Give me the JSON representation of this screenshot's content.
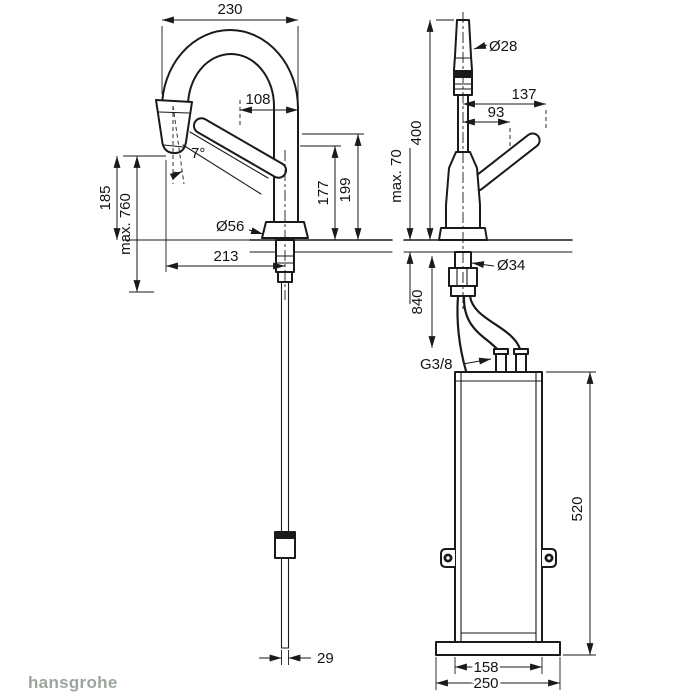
{
  "meta": {
    "background_color": "#ffffff",
    "line_color": "#1a1a1a",
    "logo_color": "#9aa69e"
  },
  "brand": {
    "logo_text": "hansgrohe"
  },
  "side_view": {
    "dims": {
      "spout_width_top": "230",
      "spout_offset": "108",
      "spray_angle": "7°",
      "outlet_height": "185",
      "max_pullout": "max. 760",
      "height_to_body": "177",
      "height_to_handle": "199",
      "base_diameter": "Ø56",
      "reach": "213",
      "hose_width": "29"
    }
  },
  "front_view": {
    "dims": {
      "head_diameter": "Ø28",
      "handle_reach": "137",
      "handle_grip": "93",
      "height_above_deck": "400",
      "max_deck_thickness": "max. 70",
      "shank_diameter": "Ø34",
      "hose_length": "840",
      "thread": "G3/8",
      "box_height": "520",
      "box_width": "158",
      "plate_width": "250"
    }
  }
}
